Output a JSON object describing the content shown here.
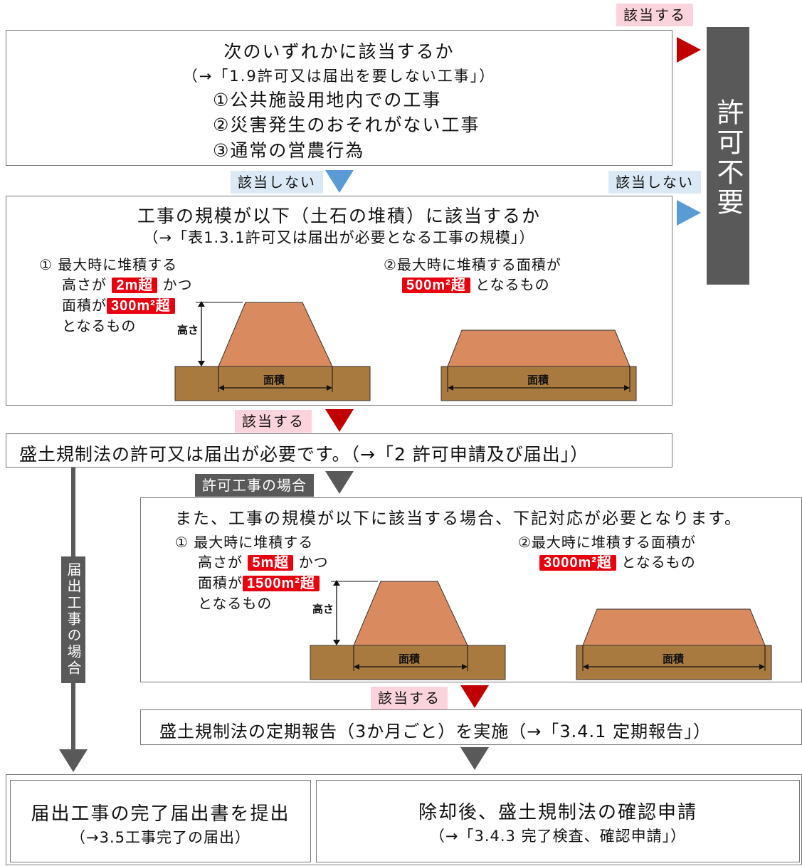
{
  "tags": {
    "applies_top": "該当する",
    "not_applies_left": "該当しない",
    "not_applies_right": "該当しない",
    "applies_mid": "該当する",
    "permit_case": "許可工事の場合",
    "applies_low": "該当する"
  },
  "permit_not_required": "許可不要",
  "notification_case": "届出工事の場合",
  "box1": {
    "title": "次のいずれかに該当するか",
    "ref": "（→「1.9許可又は届出を要しない工事」）",
    "item1": "①公共施設用地内での工事",
    "item2": "②災害発生のおそれがない工事",
    "item3": "③通常の営農行為"
  },
  "box2": {
    "title": "工事の規模が以下（土石の堆積）に該当するか",
    "ref": "（→「表1.3.1許可又は届出が必要となる工事の規模」）",
    "c1_l1": "① 最大時に堆積する",
    "c1_pre2": "高さが",
    "c1_hl1": "2m超",
    "c1_post2": "かつ",
    "c1_pre3": "面積が",
    "c1_hl2": "300m²超",
    "c1_l4": "となるもの",
    "c2_l1": "②最大時に堆積する面積が",
    "c2_hl": "500m²超",
    "c2_post": "となるもの",
    "height_label": "高さ",
    "area_label": "面積"
  },
  "box3": {
    "text": "盛土規制法の許可又は届出が必要です。（→「2 許可申請及び届出」）"
  },
  "box4": {
    "title": "また、工事の規模が以下に該当する場合、下記対応が必要となります。",
    "c1_l1": "① 最大時に堆積する",
    "c1_pre2": "高さが",
    "c1_hl1": "5m超",
    "c1_post2": "かつ",
    "c1_pre3": "面積が",
    "c1_hl2": "1500m²超",
    "c1_l4": "となるもの",
    "c2_l1": "②最大時に堆積する面積が",
    "c2_hl": "3000m²超",
    "c2_post": "となるもの",
    "height_label": "高さ",
    "area_label": "面積"
  },
  "box5": {
    "text": "盛土規制法の定期報告（3か月ごと）を実施（→「3.4.1 定期報告」）"
  },
  "box6": {
    "title": "届出工事の完了届出書を提出",
    "ref": "（→3.5工事完了の届出）"
  },
  "box7": {
    "title": "除却後、盛土規制法の確認申請",
    "ref": "（→「3.4.3 完了検査、確認申請」）"
  },
  "colors": {
    "red": "#c00000",
    "blue": "#5b9bd5",
    "gray": "#595959",
    "soil_top": "#d98b5f",
    "soil_ground": "#a97a3f",
    "highlight": "#e8000f"
  }
}
